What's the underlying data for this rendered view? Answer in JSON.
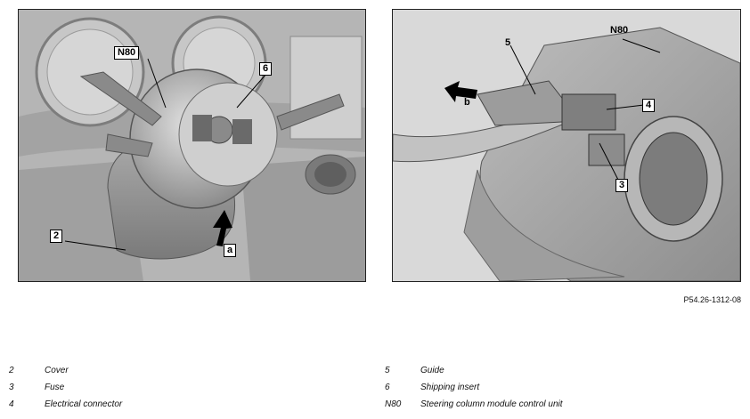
{
  "figures": {
    "left": {
      "callouts": {
        "n80": "N80",
        "six": "6",
        "two": "2",
        "a": "a"
      }
    },
    "right": {
      "callouts": {
        "n80": "N80",
        "five": "5",
        "four": "4",
        "three": "3",
        "b": "b"
      }
    }
  },
  "reference_code": "P54.26-1312-08",
  "legend": [
    {
      "number": "2",
      "label": "Cover"
    },
    {
      "number": "3",
      "label": "Fuse"
    },
    {
      "number": "4",
      "label": "Electrical connector"
    },
    {
      "number": "5",
      "label": "Guide"
    },
    {
      "number": "6",
      "label": "Shipping insert"
    },
    {
      "number": "N80",
      "label": "Steering column module control unit"
    }
  ]
}
